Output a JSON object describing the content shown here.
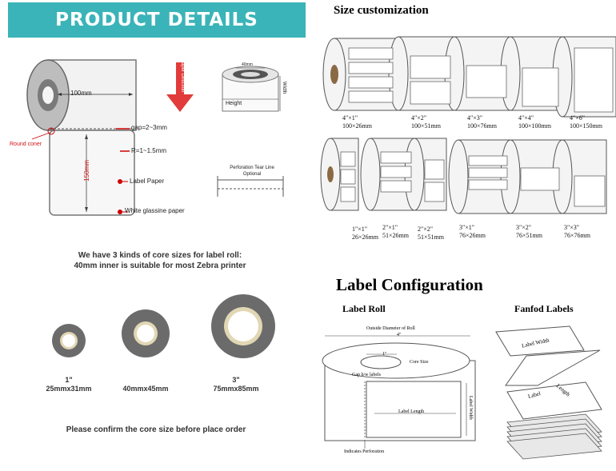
{
  "left": {
    "banner": "PRODUCT DETAILS",
    "diagram": {
      "width_label": "100mm",
      "paper_direction": "Paper Direction",
      "round_corner": "Round coner",
      "gap": "gap=2~3mm",
      "radius": "R=1~1.5mm",
      "height_label": "150mm",
      "label_paper": "Label Paper",
      "white_glassine": "White glassine paper",
      "core_top": "40mm",
      "core_height": "Height",
      "core_width": "Width",
      "perf_title": "Perforation Tear Line",
      "perf_optional": "Optional"
    },
    "core_text_1": "We have 3 kinds of core sizes for label roll:",
    "core_text_2": "40mm inner is suitable for most Zebra printer",
    "cores": [
      {
        "inch": "1\"",
        "mm": "25mmx31mm"
      },
      {
        "inch": "",
        "mm": "40mmx45mm"
      },
      {
        "inch": "3\"",
        "mm": "75mmx85mm"
      }
    ],
    "confirm": "Please confirm the core size before place order"
  },
  "right": {
    "size_title": "Size customization",
    "row1": [
      {
        "inch": "4\"×1\"",
        "mm": "100×26mm"
      },
      {
        "inch": "4\"×2\"",
        "mm": "100×51mm"
      },
      {
        "inch": "4\"×3\"",
        "mm": "100×76mm"
      },
      {
        "inch": "4\"×4\"",
        "mm": "100×100mm"
      },
      {
        "inch": "4\"×6\"",
        "mm": "100×150mm"
      }
    ],
    "row2": [
      {
        "inch": "1\"×1\"",
        "mm": "26×26mm"
      },
      {
        "inch": "2\"×1\"",
        "mm": "51×26mm"
      },
      {
        "inch": "2\"×2\"",
        "mm": "51×51mm"
      },
      {
        "inch": "3\"×1\"",
        "mm": "76×26mm"
      },
      {
        "inch": "3\"×2\"",
        "mm": "76×51mm"
      },
      {
        "inch": "3\"×3\"",
        "mm": "76×76mm"
      }
    ],
    "config_title": "Label Configuration",
    "label_roll": "Label Roll",
    "fanfold": "Fanfod Labels",
    "outside_diameter": "Outside Diameter of Roll",
    "od_value": "4\"",
    "core_size": "Core Size",
    "core_value": "1\"",
    "gap_labels": "Gap b/w labels",
    "label_length": "Label Length",
    "label_width": "Label Width",
    "indicates_perf": "Indicates Perforation",
    "fan_width": "Label Width",
    "fan_label": "Label",
    "fan_length": "Length"
  }
}
